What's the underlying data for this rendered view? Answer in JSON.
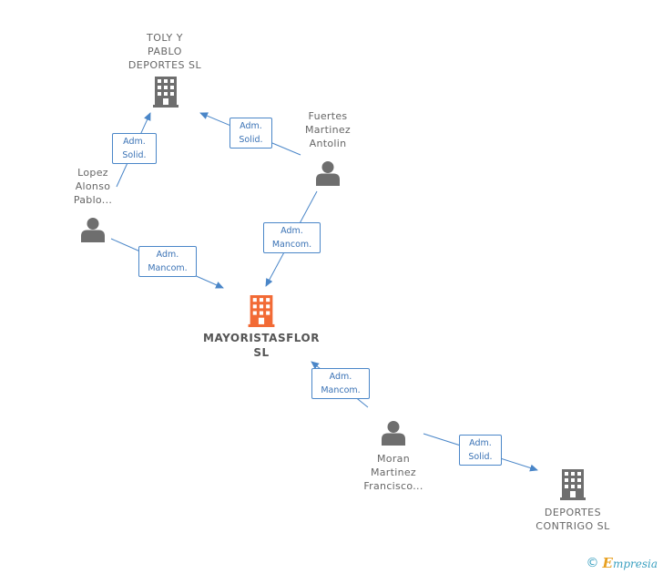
{
  "colors": {
    "edge": "#4a86c8",
    "person_icon": "#6e6e6e",
    "company_icon": "#6e6e6e",
    "focus_company_icon": "#f26a35",
    "brand": "#3aa0c0",
    "brand_accent": "#e8a020"
  },
  "nodes": {
    "toly": {
      "type": "company",
      "label": "TOLY Y\nPABLO\nDEPORTES  SL"
    },
    "fuertes": {
      "type": "person",
      "label": "Fuertes\nMartinez\nAntolin"
    },
    "lopez": {
      "type": "person",
      "label": "Lopez\nAlonso\nPablo..."
    },
    "mayoristas": {
      "type": "company-focus",
      "label": "MAYORISTASFLOR\nSL"
    },
    "moran": {
      "type": "person",
      "label": "Moran\nMartinez\nFrancisco..."
    },
    "contrigo": {
      "type": "company",
      "label": "DEPORTES\nCONTRIGO SL"
    }
  },
  "edges": [
    {
      "from": "lopez",
      "to": "toly",
      "label": "Adm.\nSolid."
    },
    {
      "from": "fuertes",
      "to": "toly",
      "label": "Adm.\nSolid."
    },
    {
      "from": "lopez",
      "to": "mayoristas",
      "label": "Adm.\nMancom."
    },
    {
      "from": "fuertes",
      "to": "mayoristas",
      "label": "Adm.\nMancom."
    },
    {
      "from": "moran",
      "to": "mayoristas",
      "label": "Adm.\nMancom."
    },
    {
      "from": "moran",
      "to": "contrigo",
      "label": "Adm.\nSolid."
    }
  ],
  "footer": {
    "copyright_symbol": "©",
    "brand_first": "E",
    "brand_rest": "mpresia"
  }
}
